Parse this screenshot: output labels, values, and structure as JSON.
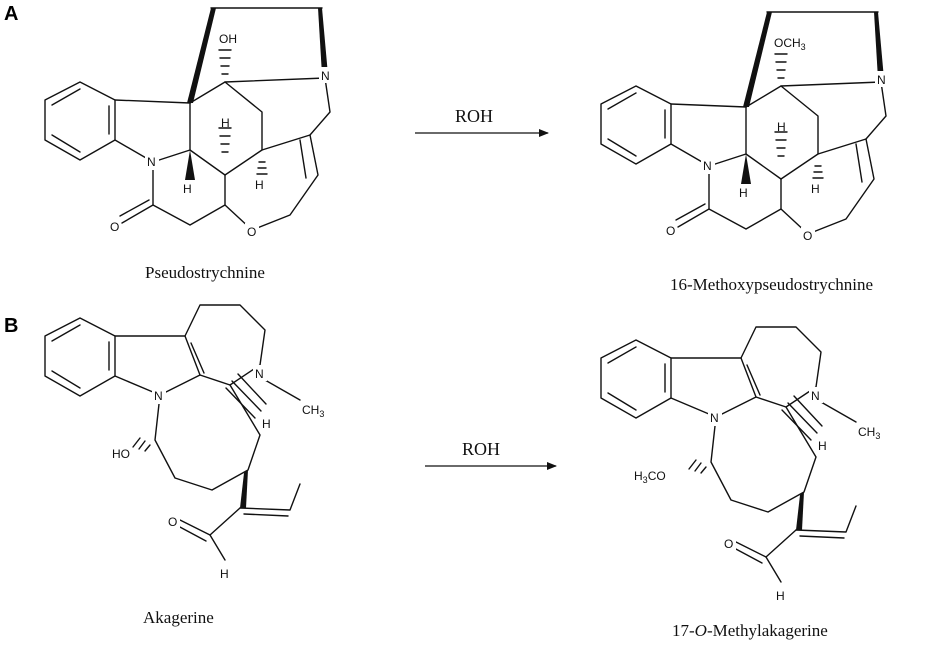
{
  "panels": {
    "a": {
      "letter": "A",
      "reagent": "ROH",
      "reactant": {
        "name": "Pseudostrychnine",
        "labels": [
          "OH",
          "N",
          "N",
          "H",
          "H",
          "H",
          "O",
          "O"
        ]
      },
      "product": {
        "name": "16-Methoxypseudostrychnine",
        "labels": [
          "OCH",
          "3",
          "N",
          "N",
          "H",
          "H",
          "H",
          "O",
          "O"
        ]
      }
    },
    "b": {
      "letter": "B",
      "reagent": "ROH",
      "reactant": {
        "name": "Akagerine",
        "labels": [
          "N",
          "N",
          "CH",
          "3",
          "H",
          "HO",
          "O",
          "H"
        ]
      },
      "product": {
        "name_pre": "17-",
        "name_italic": "O",
        "name_post": "-Methylakagerine",
        "labels": [
          "N",
          "N",
          "CH",
          "3",
          "H",
          "H",
          "3",
          "CO",
          "O",
          "H"
        ]
      }
    }
  },
  "icons": {
    "arrow": "right-arrow-icon",
    "wedge": "wedge-bond",
    "hash": "hashed-bond"
  }
}
